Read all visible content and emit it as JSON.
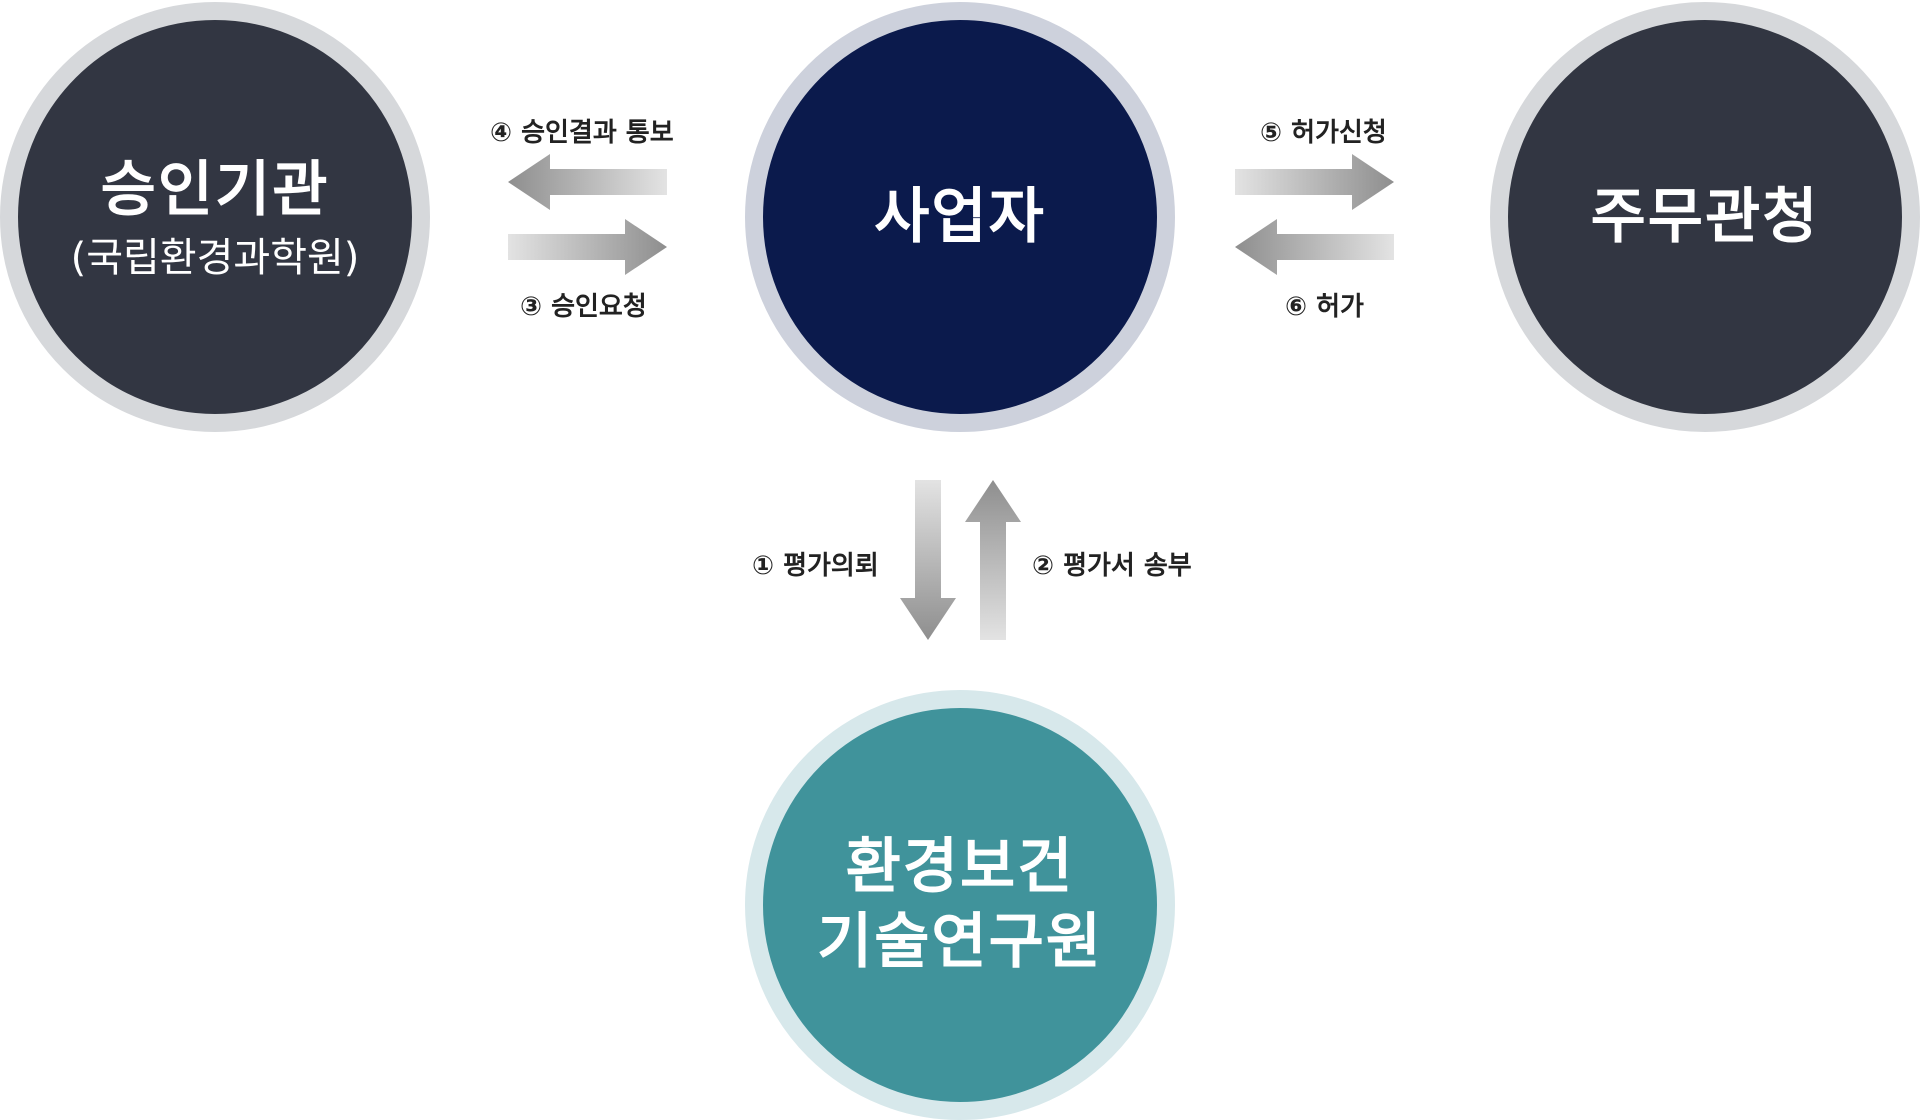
{
  "colors": {
    "approval_fill": "#323642",
    "operator_fill": "#0b1a4c",
    "authority_fill": "#323642",
    "institute_fill": "#40939b",
    "arrow_dark": "#8e8e8e",
    "arrow_light": "#e3e3e3",
    "label_text": "#222222"
  },
  "nodes": {
    "approval": {
      "title": "승인기관",
      "subtitle": "(국립환경과학원)"
    },
    "operator": {
      "title": "사업자"
    },
    "authority": {
      "title": "주무관청"
    },
    "institute": {
      "line1": "환경보건",
      "line2": "기술연구원"
    }
  },
  "flows": {
    "step1": "① 평가의뢰",
    "step2": "② 평가서 송부",
    "step3": "③ 승인요청",
    "step4": "④ 승인결과 통보",
    "step5": "⑤ 허가신청",
    "step6": "⑥ 허가"
  }
}
